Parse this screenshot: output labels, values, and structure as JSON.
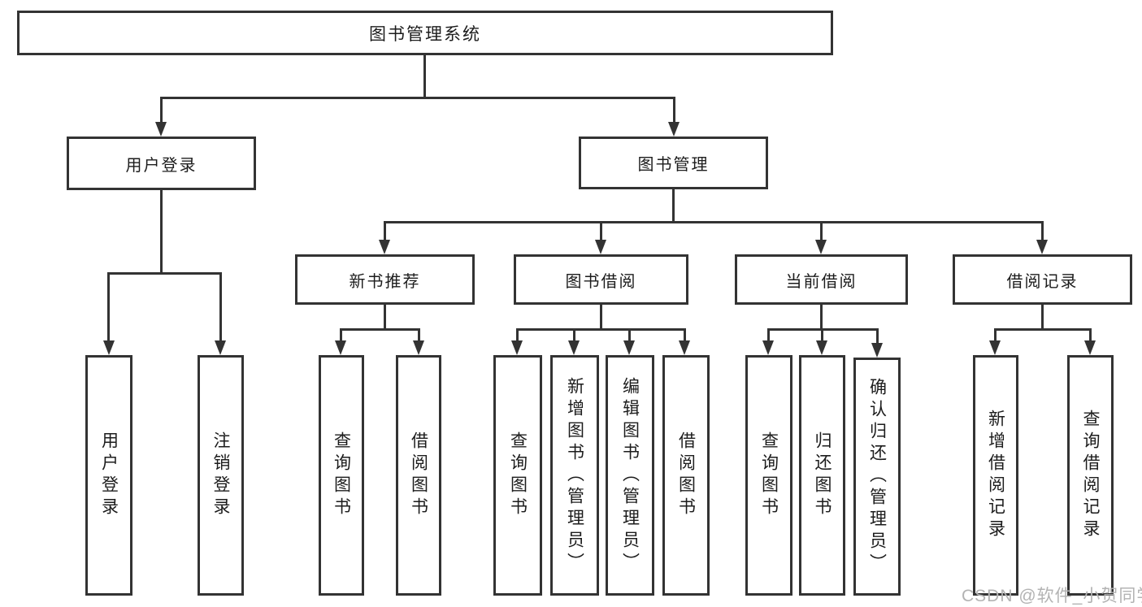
{
  "tree": {
    "root": {
      "label": "图书管理系统",
      "children": [
        {
          "label": "用户登录",
          "children": [
            {
              "label": "用户登录"
            },
            {
              "label": "注销登录"
            }
          ]
        },
        {
          "label": "图书管理",
          "children": [
            {
              "label": "新书推荐",
              "children": [
                {
                  "label": "查询图书"
                },
                {
                  "label": "借阅图书"
                }
              ]
            },
            {
              "label": "图书借阅",
              "children": [
                {
                  "label": "查询图书"
                },
                {
                  "label": "新增图书（管理员）"
                },
                {
                  "label": "编辑图书（管理员）"
                },
                {
                  "label": "借阅图书"
                }
              ]
            },
            {
              "label": "当前借阅",
              "children": [
                {
                  "label": "查询图书"
                },
                {
                  "label": "归还图书"
                },
                {
                  "label": "确认归还（管理员）"
                }
              ]
            },
            {
              "label": "借阅记录",
              "children": [
                {
                  "label": "新增借阅记录"
                },
                {
                  "label": "查询借阅记录"
                }
              ]
            }
          ]
        }
      ]
    }
  },
  "watermark": {
    "text": "CSDN @软件_小贺同学"
  },
  "colors": {
    "line": "#333333",
    "text": "#1c1c1c",
    "watermark": "#b3b3b3",
    "background": "#ffffff"
  }
}
